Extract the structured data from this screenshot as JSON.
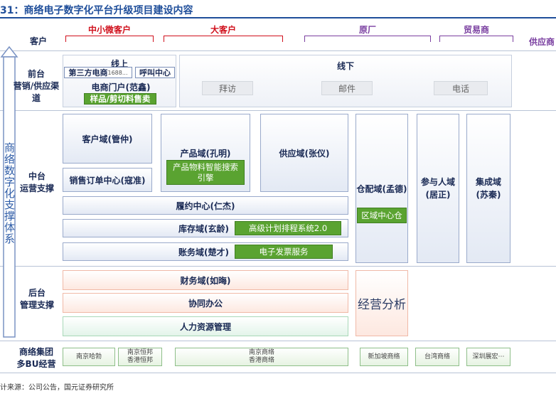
{
  "title": "31：商络电子数字化平台升级项目建设内容",
  "source": "计来源：公司公告，国元证券研究所",
  "vertical_label": "商络数字化支撑体系",
  "rows": {
    "customer": "客户",
    "front": [
      "前台",
      "营销/供应渠",
      "道"
    ],
    "middle": [
      "中台",
      "运营支撑"
    ],
    "back": [
      "后台",
      "管理支撑"
    ],
    "group": [
      "商络集团",
      "多BU经营"
    ]
  },
  "customers": {
    "sme": "中小微客户",
    "large": "大客户",
    "oem": "原厂",
    "trader": "贸易商",
    "supplier": "供应商"
  },
  "front": {
    "online": "线上",
    "third_party": "第三方电商",
    "third_party_small": "1688...",
    "call_center": "呼叫中心",
    "portal": "电商门户(范鑫)",
    "sample": "样品/剪切料售卖",
    "offline": "线下",
    "visit": "拜访",
    "mail": "邮件",
    "phone": "电话"
  },
  "middle": {
    "customer_domain": "客户域(管仲)",
    "sales_order": "销售订单中心(寇准)",
    "product_domain": "产品域(孔明)",
    "product_search": "产品物料智能搜索引擎",
    "supply_domain": "供应域(张仪)",
    "warehouse": "仓配域(孟德)",
    "regional": "区域中心仓",
    "participant": [
      "参与人域",
      "(居正)"
    ],
    "integration": [
      "集成域",
      "(苏秦)"
    ],
    "fulfillment": "履约中心(仁杰)",
    "inventory": "库存域(玄龄)",
    "planning": "高级计划排程系统2.0",
    "account": "账务域(楚才)",
    "einvoice": "电子发票服务"
  },
  "back": {
    "finance": "财务域(如晦)",
    "office": "协同办公",
    "hr": "人力资源管理",
    "analysis": "经营分析"
  },
  "bu": {
    "hawu": "南京哈勃",
    "hengbang": [
      "南京恒邦",
      "香港恒邦"
    ],
    "shangluo": [
      "南京商络",
      "香港商络"
    ],
    "singapore": "新加坡商络",
    "taiwan": "台湾商络",
    "shenzhen": "深圳展宏⋯"
  }
}
